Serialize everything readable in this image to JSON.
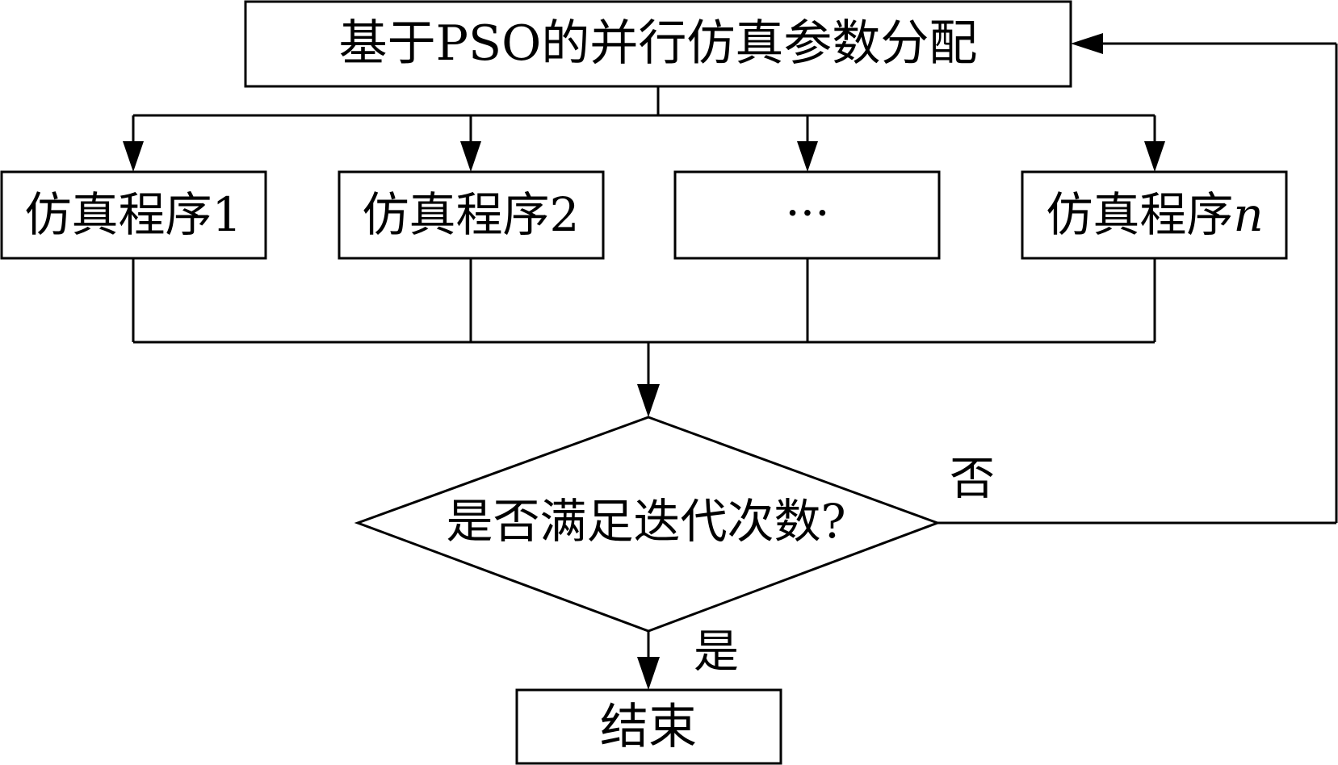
{
  "nodes": {
    "pso_allocation": {
      "text": "基于PSO的并行仿真参数分配"
    },
    "sim_programs": [
      {
        "prefix": "仿真程序",
        "suffix": "1",
        "suffix_italic": false
      },
      {
        "prefix": "仿真程序",
        "suffix": "2",
        "suffix_italic": false
      },
      {
        "prefix": "",
        "suffix": "···",
        "suffix_italic": false
      },
      {
        "prefix": "仿真程序",
        "suffix": "n",
        "suffix_italic": true
      }
    ],
    "decision": {
      "text": "是否满足迭代次数?"
    },
    "end": {
      "text": "结束"
    }
  },
  "edges": {
    "no_label": "否",
    "yes_label": "是"
  },
  "colors": {
    "stroke": "#000000",
    "fill": "#ffffff",
    "text": "#000000"
  }
}
